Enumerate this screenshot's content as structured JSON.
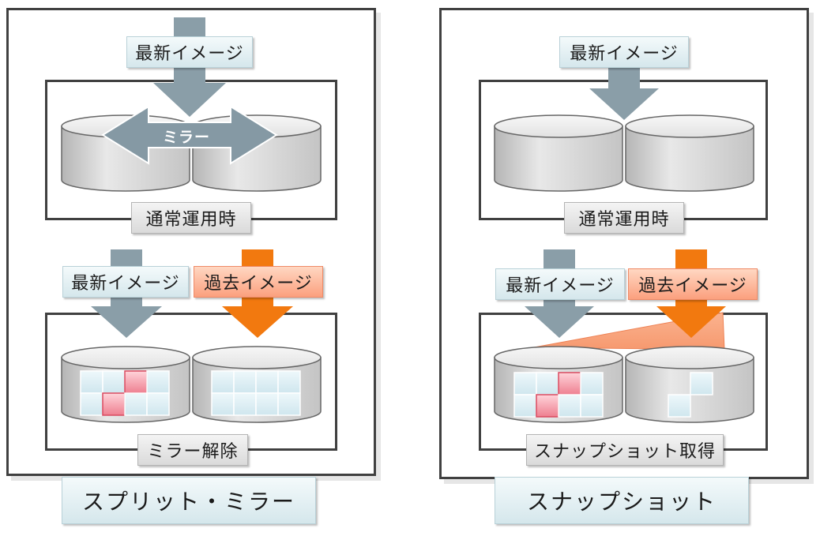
{
  "left_panel": {
    "latest_image_top": "最新イメージ",
    "mirror_label": "ミラー",
    "normal_operation": "通常運用時",
    "latest_image_bottom": "最新イメージ",
    "past_image": "過去イメージ",
    "mirror_release": "ミラー解除",
    "title": "スプリット・ミラー"
  },
  "right_panel": {
    "latest_image_top": "最新イメージ",
    "normal_operation": "通常運用時",
    "latest_image_bottom": "最新イメージ",
    "past_image": "過去イメージ",
    "snapshot_acquire": "スナップショット取得",
    "title": "スナップショット"
  },
  "colors": {
    "latest_arrow": "#8a9ea8",
    "past_arrow": "#f2790f",
    "changed_block": "#f08a98",
    "block": "#d8eef4"
  }
}
